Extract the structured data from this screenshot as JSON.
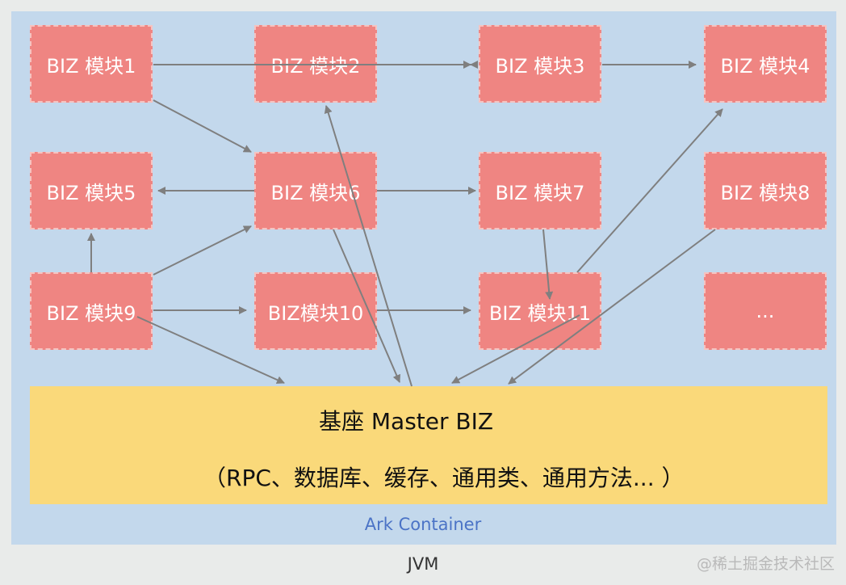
{
  "jvm_label": "JVM",
  "ark_label": "Ark Container",
  "master": {
    "title": "基座 Master BIZ",
    "subtitle": "（RPC、数据库、缓存、通用类、通用方法... ）"
  },
  "modules": {
    "m1": "BIZ 模块1",
    "m2": "BIZ 模块2",
    "m3": "BIZ 模块3",
    "m4": "BIZ 模块4",
    "m5": "BIZ 模块5",
    "m6": "BIZ 模块6",
    "m7": "BIZ 模块7",
    "m8": "BIZ 模块8",
    "m9": "BIZ 模块9",
    "m10": "BIZ模块10",
    "m11": "BIZ 模块11",
    "more": "..."
  },
  "edges": [
    [
      "m1",
      "m2"
    ],
    [
      "m2",
      "m3"
    ],
    [
      "m3",
      "m4"
    ],
    [
      "m1",
      "m6"
    ],
    [
      "m6",
      "m5"
    ],
    [
      "m6",
      "m7"
    ],
    [
      "m9",
      "m5"
    ],
    [
      "m9",
      "m6"
    ],
    [
      "m9",
      "m10"
    ],
    [
      "m10",
      "m11"
    ],
    [
      "m9",
      "master"
    ],
    [
      "m6",
      "master"
    ],
    [
      "master",
      "m2"
    ],
    [
      "m7",
      "m11"
    ],
    [
      "m11",
      "m4"
    ],
    [
      "m11",
      "master"
    ],
    [
      "m8",
      "master"
    ]
  ],
  "colors": {
    "module_fill": "#ef8582",
    "master_fill": "#fad97a",
    "container_fill": "#c3d8ec",
    "arrow": "#7f7f7f"
  },
  "watermark": "@稀土掘金技术社区"
}
